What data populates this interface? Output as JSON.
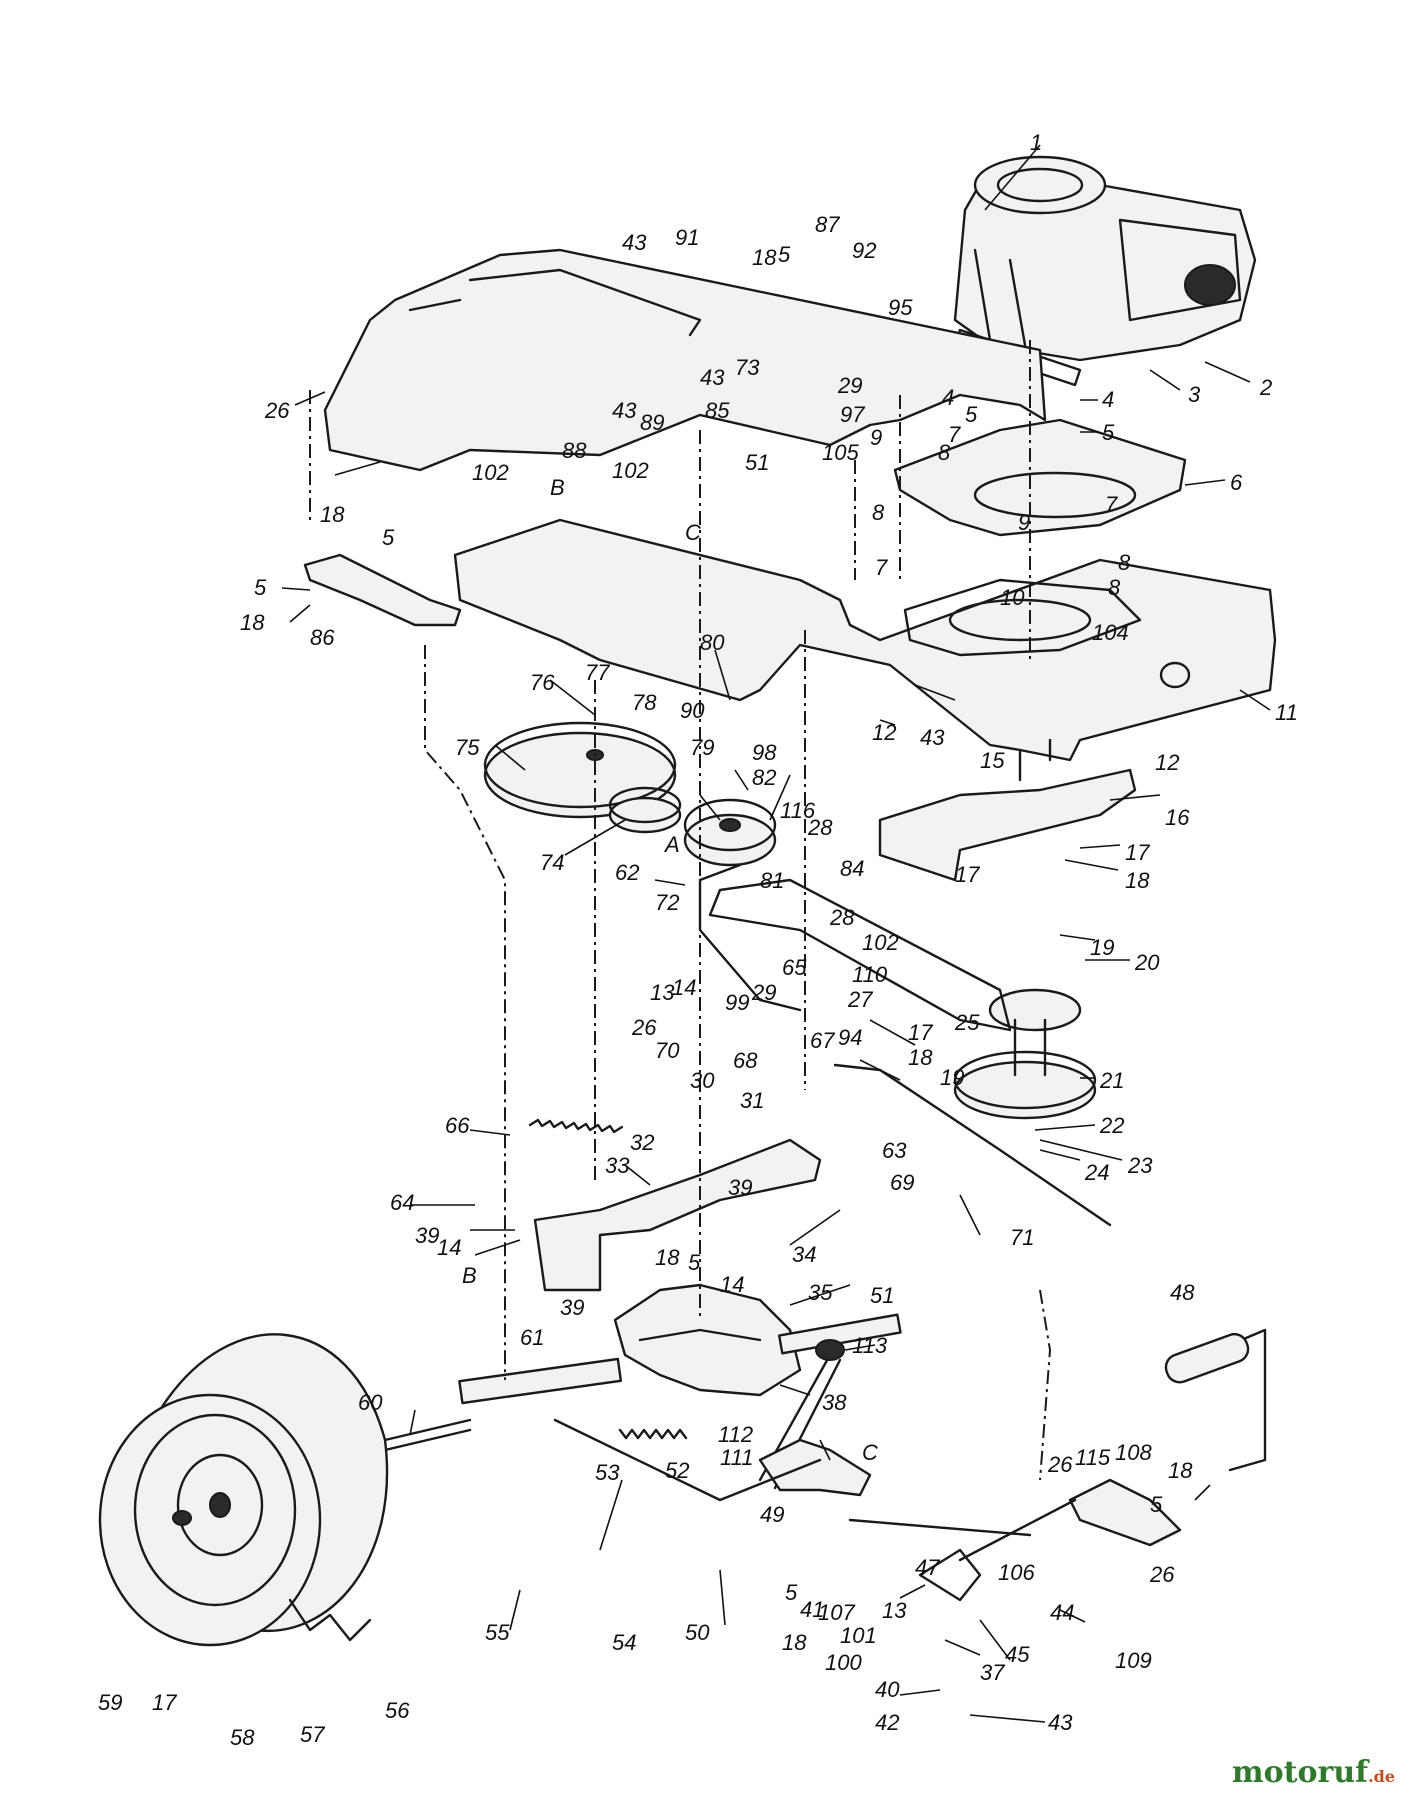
{
  "labels": {
    "l1": "1",
    "l2": "2",
    "l3": "3",
    "l4a": "4",
    "l4b": "4",
    "l5a": "5",
    "l5b": "5",
    "l5c": "5",
    "l5d": "5",
    "l5e": "5",
    "l5f": "5",
    "l5g": "5",
    "l5h": "5",
    "l6": "6",
    "l7a": "7",
    "l7b": "7",
    "l7c": "7",
    "l8a": "8",
    "l8b": "8",
    "l8c": "8",
    "l8d": "8",
    "l9a": "9",
    "l9b": "9",
    "l10": "10",
    "l11": "11",
    "l12a": "12",
    "l12b": "12",
    "l13a": "13",
    "l13b": "13",
    "l14a": "14",
    "l14b": "14",
    "l14c": "14",
    "l15": "15",
    "l16": "16",
    "l17a": "17",
    "l17b": "17",
    "l17c": "17",
    "l17d": "17",
    "l18a": "18",
    "l18b": "18",
    "l18c": "18",
    "l18d": "18",
    "l18e": "18",
    "l18f": "18",
    "l18g": "18",
    "l18h": "18",
    "l19a": "19",
    "l19b": "19",
    "l20": "20",
    "l21": "21",
    "l22": "22",
    "l23": "23",
    "l24": "24",
    "l25": "25",
    "l26a": "26",
    "l26b": "26",
    "l26c": "26",
    "l26d": "26",
    "l27": "27",
    "l28a": "28",
    "l28b": "28",
    "l29a": "29",
    "l29b": "29",
    "l30": "30",
    "l31": "31",
    "l32": "32",
    "l33": "33",
    "l34": "34",
    "l35": "35",
    "l37": "37",
    "l38": "38",
    "l39a": "39",
    "l39b": "39",
    "l39c": "39",
    "l40": "40",
    "l41": "41",
    "l42": "42",
    "l43a": "43",
    "l43b": "43",
    "l43c": "43",
    "l43d": "43",
    "l43e": "43",
    "l44": "44",
    "l45": "45",
    "l47": "47",
    "l48": "48",
    "l49": "49",
    "l50": "50",
    "l51a": "51",
    "l51b": "51",
    "l52": "52",
    "l53": "53",
    "l54": "54",
    "l55": "55",
    "l56": "56",
    "l57": "57",
    "l58": "58",
    "l59": "59",
    "l60": "60",
    "l61": "61",
    "l62": "62",
    "l63": "63",
    "l64": "64",
    "l65": "65",
    "l66": "66",
    "l67": "67",
    "l68": "68",
    "l69": "69",
    "l70": "70",
    "l71": "71",
    "l72": "72",
    "l73": "73",
    "l74": "74",
    "l75": "75",
    "l76": "76",
    "l77": "77",
    "l78": "78",
    "l79": "79",
    "l80": "80",
    "l81": "81",
    "l82": "82",
    "l84": "84",
    "l85": "85",
    "l86": "86",
    "l87": "87",
    "l88": "88",
    "l89": "89",
    "l90": "90",
    "l91": "91",
    "l92": "92",
    "l94": "94",
    "l95": "95",
    "l97": "97",
    "l98": "98",
    "l99": "99",
    "l100": "100",
    "l101": "101",
    "l102a": "102",
    "l102b": "102",
    "l102c": "102",
    "l104": "104",
    "l105": "105",
    "l106": "106",
    "l107": "107",
    "l108": "108",
    "l109": "109",
    "l110": "110",
    "l111": "111",
    "l112": "112",
    "l113": "113",
    "l115": "115",
    "l116": "116",
    "lA": "A",
    "lBa": "B",
    "lBb": "B",
    "lCa": "C",
    "lCb": "C"
  },
  "watermark": {
    "brand": "motoruf",
    "tld": ".de"
  }
}
